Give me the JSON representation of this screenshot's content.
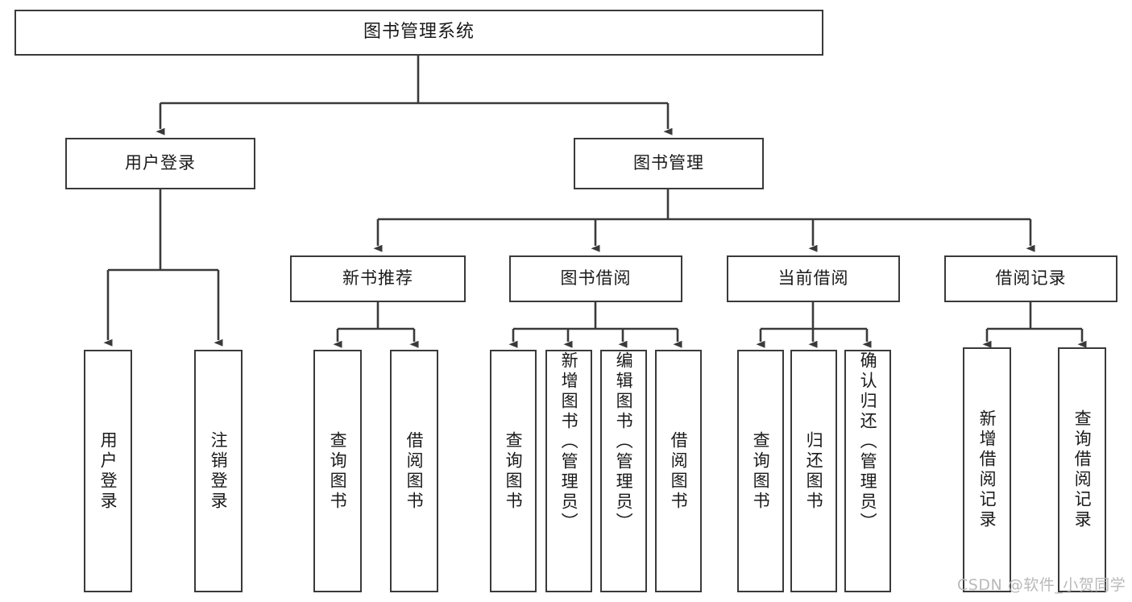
{
  "diagram": {
    "type": "tree",
    "title": "图书管理系统",
    "root": {
      "label": "图书管理系统"
    },
    "level2": [
      {
        "id": "user-login",
        "label": "用户登录"
      },
      {
        "id": "book-manage",
        "label": "图书管理"
      }
    ],
    "level3": [
      {
        "id": "new-book-recommend",
        "label": "新书推荐",
        "parent": "book-manage"
      },
      {
        "id": "book-borrow",
        "label": "图书借阅",
        "parent": "book-manage"
      },
      {
        "id": "current-borrow",
        "label": "当前借阅",
        "parent": "book-manage"
      },
      {
        "id": "borrow-record",
        "label": "借阅记录",
        "parent": "book-manage"
      }
    ],
    "leaves": [
      {
        "id": "leaf-user-login",
        "label": "用户登录",
        "parent": "user-login"
      },
      {
        "id": "leaf-logout-login",
        "label": "注销登录",
        "parent": "user-login"
      },
      {
        "id": "leaf-query-book-1",
        "label": "查询图书",
        "parent": "new-book-recommend"
      },
      {
        "id": "leaf-borrow-book-1",
        "label": "借阅图书",
        "parent": "new-book-recommend"
      },
      {
        "id": "leaf-query-book-2",
        "label": "查询图书",
        "parent": "book-borrow"
      },
      {
        "id": "leaf-add-book",
        "label": "新增图书（管理员）",
        "parent": "book-borrow"
      },
      {
        "id": "leaf-edit-book",
        "label": "编辑图书（管理员）",
        "parent": "book-borrow"
      },
      {
        "id": "leaf-borrow-book-2",
        "label": "借阅图书",
        "parent": "book-borrow"
      },
      {
        "id": "leaf-query-book-3",
        "label": "查询图书",
        "parent": "current-borrow"
      },
      {
        "id": "leaf-return-book",
        "label": "归还图书",
        "parent": "current-borrow"
      },
      {
        "id": "leaf-confirm-return",
        "label": "确认归还（管理员）",
        "parent": "current-borrow"
      },
      {
        "id": "leaf-add-record",
        "label": "新增借阅记录",
        "parent": "borrow-record"
      },
      {
        "id": "leaf-query-record",
        "label": "查询借阅记录",
        "parent": "borrow-record"
      }
    ],
    "colors": {
      "stroke": "#3a3a3a",
      "fill": "#ffffff",
      "text": "#1a1a1a",
      "watermark": "#b9b9b9"
    }
  },
  "watermark": {
    "text": "CSDN @软件_小贺同学"
  }
}
